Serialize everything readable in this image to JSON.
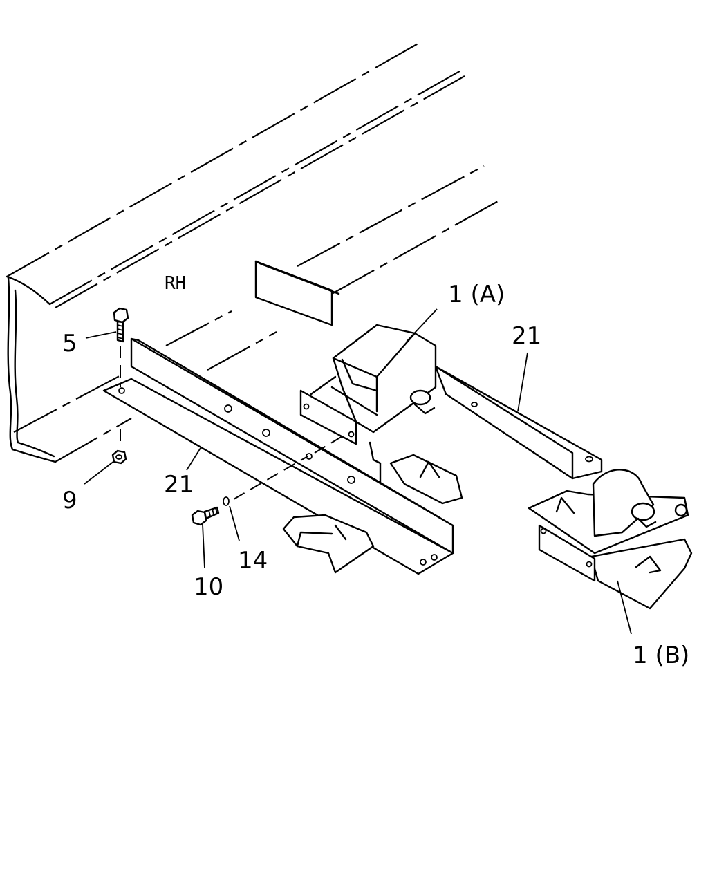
{
  "side_label": "RH",
  "callouts": {
    "p5": "5",
    "p9": "9",
    "p21_left": "21",
    "p21_right": "21",
    "p10": "10",
    "p14": "14",
    "p1a": "1 (A)",
    "p1b": "1 (B)"
  }
}
